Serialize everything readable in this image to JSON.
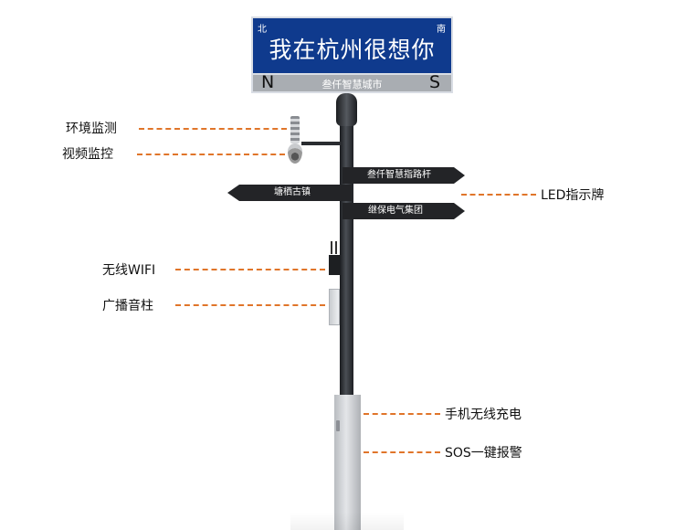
{
  "sign": {
    "dir_left": "北",
    "dir_right": "南",
    "title": "我在杭州很想你",
    "north": "N",
    "south": "S",
    "subtitle": "叁仟智慧城市"
  },
  "arrows": [
    {
      "text": "叁仟智慧指路杆",
      "direction": "right"
    },
    {
      "text": "塘栖古镇",
      "direction": "left"
    },
    {
      "text": "继保电气集团",
      "direction": "right"
    }
  ],
  "labels": {
    "env": "环境监测",
    "video": "视频监控",
    "led": "LED指示牌",
    "wifi": "无线WIFI",
    "speaker": "广播音柱",
    "charge": "手机无线充电",
    "sos": "SOS一键报警"
  },
  "colors": {
    "sign_blue": "#0f3a8d",
    "leader_orange": "#e0752a",
    "arrow_dark": "#232427"
  }
}
